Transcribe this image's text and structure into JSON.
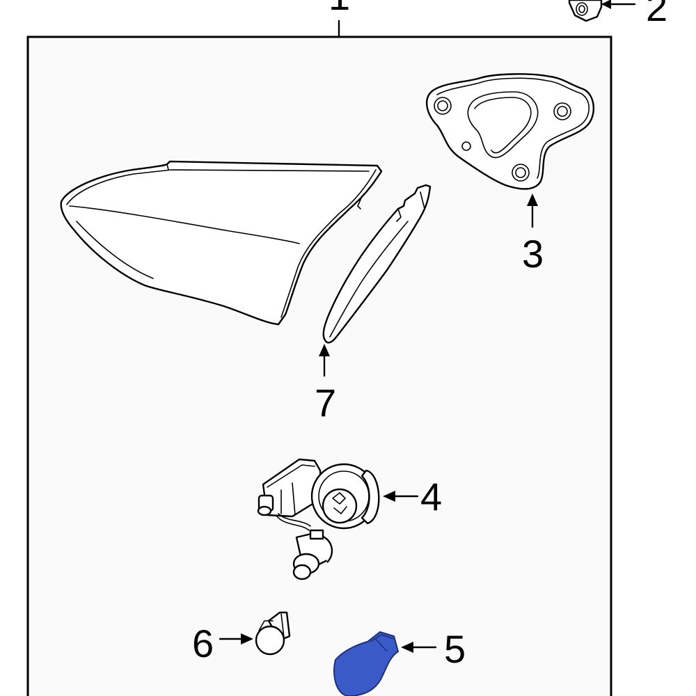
{
  "callouts": {
    "c1": "1",
    "c2": "2",
    "c3": "3",
    "c4": "4",
    "c5": "5",
    "c6": "6",
    "c7": "7"
  },
  "colors": {
    "highlight": "#3a5bc7",
    "highlight_stroke": "#1c2f78",
    "box_fill": "#fafafa",
    "line": "#000000"
  },
  "parts": [
    {
      "callout": "1",
      "name": "tail-lamp-assembly",
      "highlighted": false
    },
    {
      "callout": "2",
      "name": "nut",
      "highlighted": false
    },
    {
      "callout": "3",
      "name": "gasket",
      "highlighted": false
    },
    {
      "callout": "4",
      "name": "socket-and-wire",
      "highlighted": false
    },
    {
      "callout": "5",
      "name": "bulb",
      "highlighted": true
    },
    {
      "callout": "6",
      "name": "bulb",
      "highlighted": false
    },
    {
      "callout": "7",
      "name": "seal",
      "highlighted": false
    }
  ]
}
